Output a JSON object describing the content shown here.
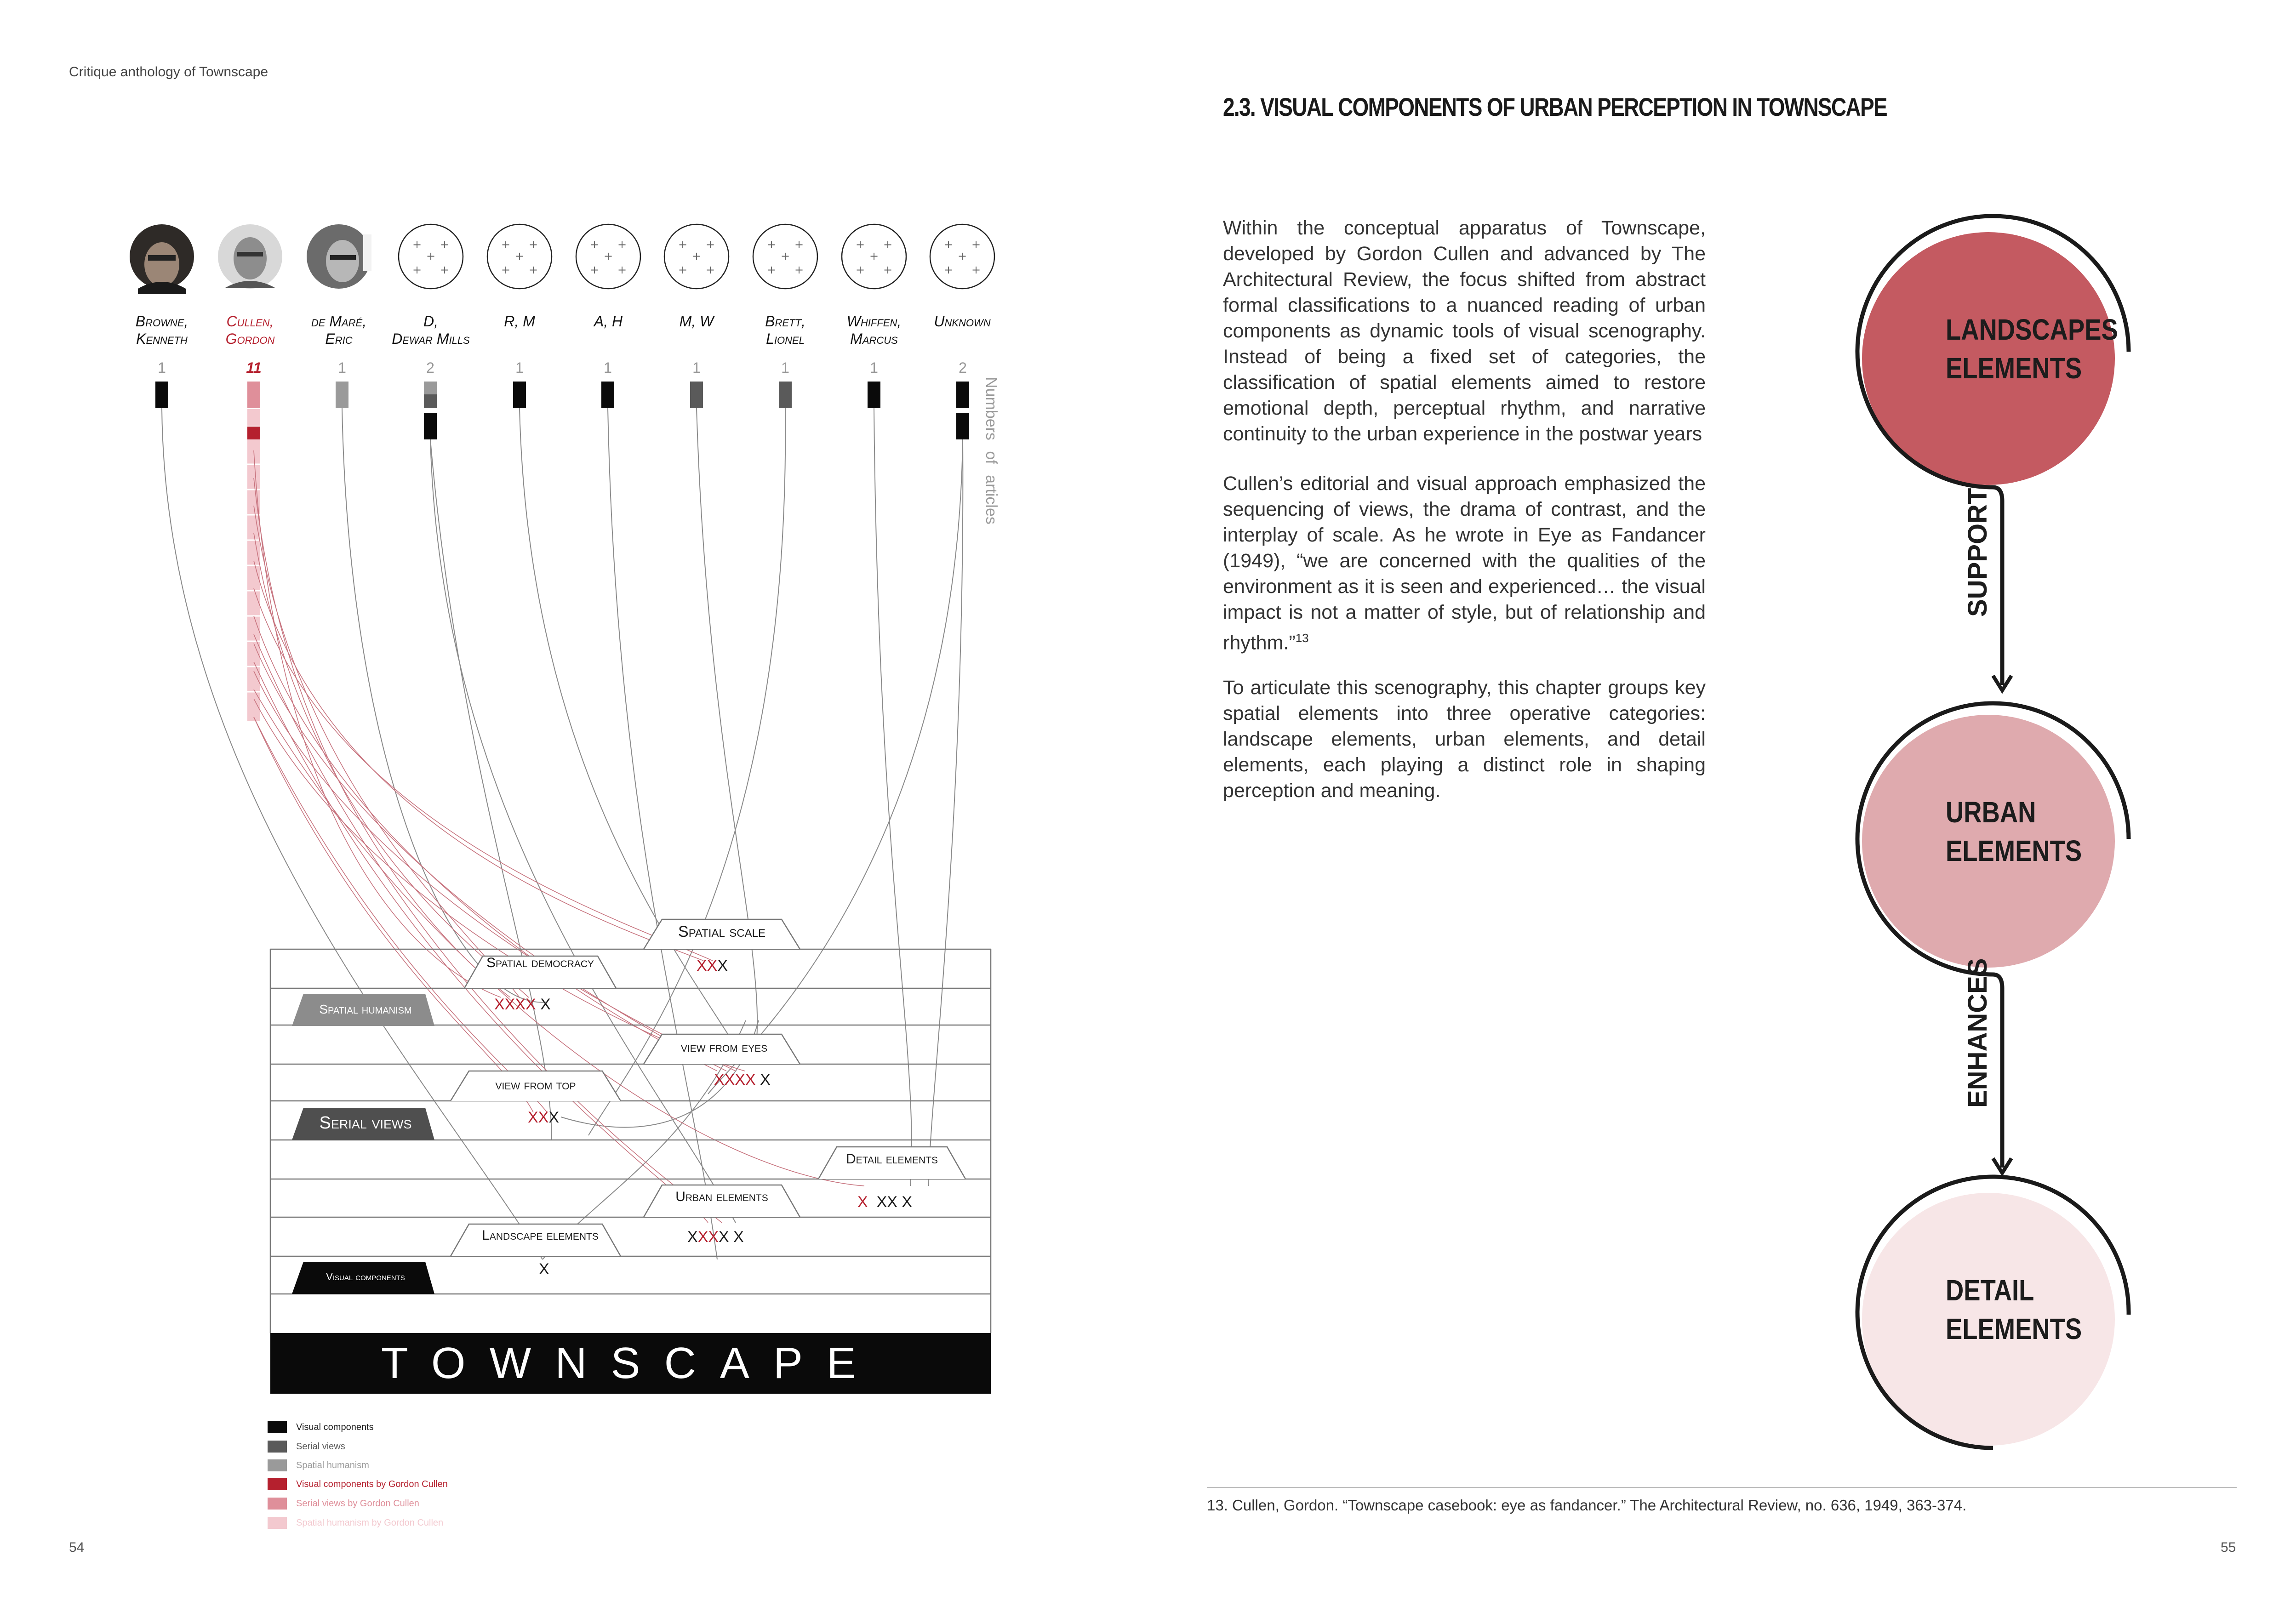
{
  "running_head": "Critique anthology of Townscape",
  "page_left": "54",
  "page_right": "55",
  "diagram": {
    "authors": [
      {
        "name1": "Browne,",
        "name2": "Kenneth",
        "count": "1",
        "photo": true,
        "highlight": false
      },
      {
        "name1": "Cullen,",
        "name2": "Gordon",
        "count": "11",
        "photo": true,
        "highlight": true
      },
      {
        "name1": "de Maré,",
        "name2": "Eric",
        "count": "1",
        "photo": true,
        "highlight": false
      },
      {
        "name1": "D,",
        "name2": "Dewar Mills",
        "count": "2",
        "photo": false,
        "highlight": false
      },
      {
        "name1": "R, M",
        "name2": "",
        "count": "1",
        "photo": false,
        "highlight": false
      },
      {
        "name1": "A, H",
        "name2": "",
        "count": "1",
        "photo": false,
        "highlight": false
      },
      {
        "name1": "M, W",
        "name2": "",
        "count": "1",
        "photo": false,
        "highlight": false
      },
      {
        "name1": "Brett,",
        "name2": "Lionel",
        "count": "1",
        "photo": false,
        "highlight": false
      },
      {
        "name1": "Whiffen,",
        "name2": "Marcus",
        "count": "1",
        "photo": false,
        "highlight": false
      },
      {
        "name1": "Unknown",
        "name2": "",
        "count": "2",
        "photo": false,
        "highlight": false
      }
    ],
    "numbers_label": "Numbers of articles",
    "categories": {
      "spatial_scale": "Spatial scale",
      "spatial_democracy": "Spatial democracy",
      "spatial_humanism": "Spatial humanism",
      "view_from_eyes": "view from eyes",
      "view_from_top": "view from top",
      "serial_views": "Serial views",
      "detail_elements": "Detail elements",
      "urban_elements": "Urban elements",
      "landscape_elements": "Landscape elements",
      "visual_components": "Visual components"
    },
    "marks": {
      "spatial_scale": {
        "red": "XX",
        "black": "X"
      },
      "spatial_democracy": {
        "red": "XXXX",
        "black": " X"
      },
      "view_from_eyes": {
        "red": "XXXX",
        "black": " X"
      },
      "view_from_top": {
        "red": "XX",
        "black": "X"
      },
      "detail_elements": {
        "red": "X",
        "black": "XX X"
      },
      "urban_elements": {
        "black1": "X",
        "red": "XX",
        "black2": "X X"
      },
      "landscape_elements": {
        "black": "X"
      }
    },
    "banner": "TOWNSCAPE",
    "legend": [
      {
        "label": "Visual components",
        "color": "#0a0a0a"
      },
      {
        "label": "Serial views",
        "color": "#5a5a5a"
      },
      {
        "label": "Spatial humanism",
        "color": "#9a9a9a"
      },
      {
        "label": "Visual components by Gordon Cullen",
        "color": "#b5202e"
      },
      {
        "label": "Serial views by Gordon Cullen",
        "color": "#df8f9a"
      },
      {
        "label": "Spatial humanism by Gordon Cullen",
        "color": "#f3c9cf"
      }
    ],
    "colors": {
      "black": "#0a0a0a",
      "dark_grey": "#5a5a5a",
      "grey": "#9a9a9a",
      "red": "#b5202e",
      "pink": "#df8f9a",
      "light_pink": "#f3c9cf"
    }
  },
  "right": {
    "title": "2.3. VISUAL COMPONENTS OF URBAN PERCEPTION IN TOWNSCAPE",
    "paragraphs": [
      "Within the conceptual apparatus of Townscape, developed by Gordon Cullen and advanced by The Architectural Review, the focus shifted from abstract formal classifications to a nuanced reading of urban components as dynamic tools of visual scenography. Instead of being a fixed set of categories, the classification of spatial elements aimed to restore emotional depth, perceptual rhythm, and narrative continuity to the urban experience in the postwar years",
      "Cullen’s editorial and visual approach emphasized the sequencing of views, the drama of contrast, and the interplay of scale. As he wrote in Eye as Fandancer (1949), “we are concerned with the qualities of the environment as it is seen and experienced… the visual impact is not a matter of style, but of relationship and rhythm.”",
      "To articulate this scenography, this chapter groups key spatial elements into three operative categories: landscape elements, urban elements, and detail elements, each playing a distinct role in shaping perception and meaning."
    ],
    "footnote_ref": "13",
    "flow": {
      "nodes": [
        {
          "line1": "LANDSCAPES",
          "line2": "ELEMENTS",
          "color": "#c45a61"
        },
        {
          "line1": "URBAN",
          "line2": "ELEMENTS",
          "color": "#dfaaae"
        },
        {
          "line1": "DETAIL",
          "line2": "ELEMENTS",
          "color": "#f7e6e7"
        }
      ],
      "relations": [
        "SUPPORT",
        "ENHANCES"
      ]
    },
    "footnote": "13. Cullen, Gordon. “Townscape casebook: eye as fandancer.” The Architectural Review, no. 636, 1949, 363-374."
  }
}
